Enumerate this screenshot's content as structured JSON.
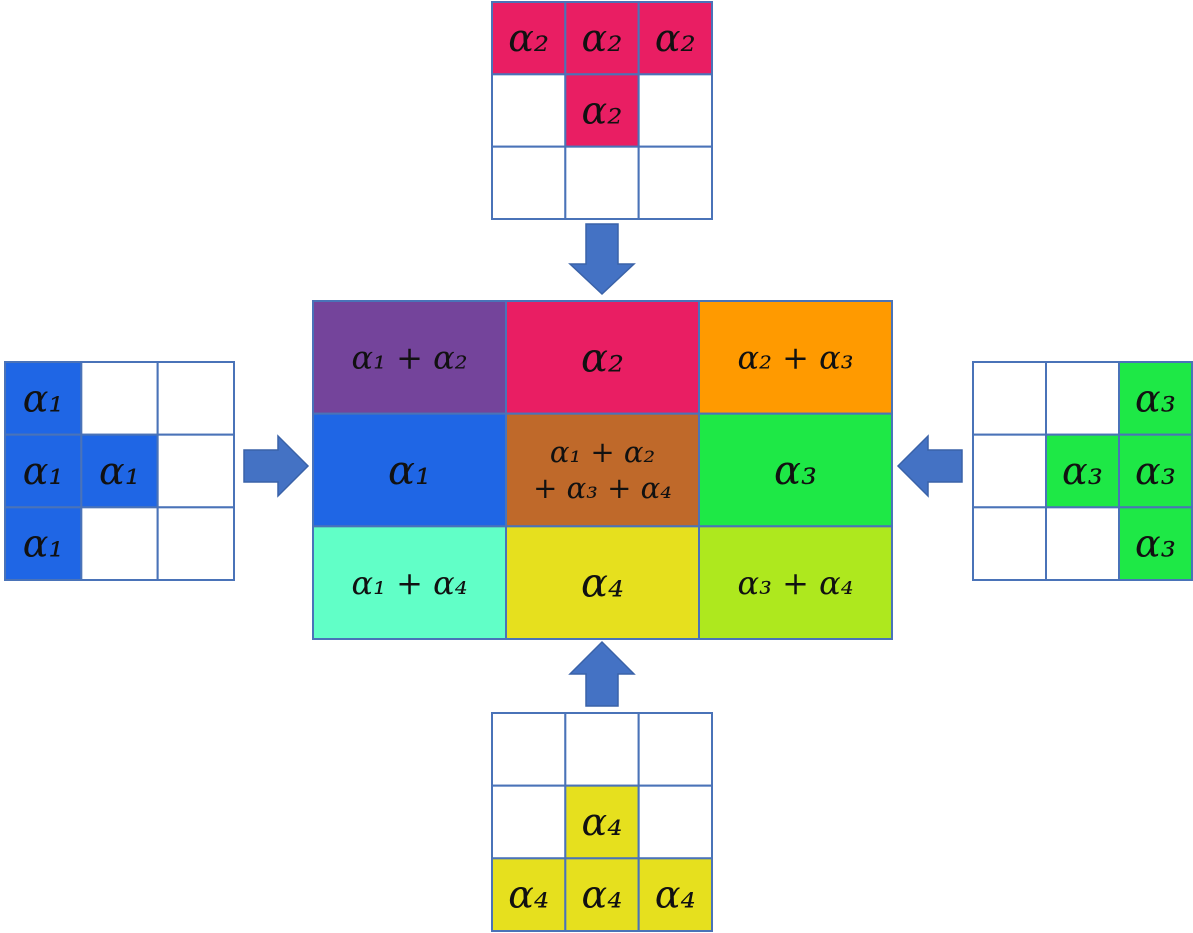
{
  "colors": {
    "grid_border": "#4a73b8",
    "arrow": "#4472c4",
    "alpha1": "#1f66e5",
    "alpha2": "#e91e63",
    "alpha3": "#1ee846",
    "alpha4": "#e6e01e",
    "alpha12": "#74449b",
    "alpha23": "#ff9a00",
    "alpha14": "#61ffc7",
    "alpha34": "#aee81e",
    "alpha1234": "#bf692a"
  },
  "kernels": {
    "top": {
      "cells": [
        [
          "α₂",
          "α₂",
          "α₂"
        ],
        [
          "",
          "α₂",
          ""
        ],
        [
          "",
          "",
          ""
        ]
      ],
      "color_key": "alpha2"
    },
    "left": {
      "cells": [
        [
          "α₁",
          "",
          ""
        ],
        [
          "α₁",
          "α₁",
          ""
        ],
        [
          "α₁",
          "",
          ""
        ]
      ],
      "color_key": "alpha1"
    },
    "right": {
      "cells": [
        [
          "",
          "",
          "α₃"
        ],
        [
          "",
          "α₃",
          "α₃"
        ],
        [
          "",
          "",
          "α₃"
        ]
      ],
      "color_key": "alpha3"
    },
    "bottom": {
      "cells": [
        [
          "",
          "",
          ""
        ],
        [
          "",
          "α₄",
          ""
        ],
        [
          "α₄",
          "α₄",
          "α₄"
        ]
      ],
      "color_key": "alpha4"
    }
  },
  "center": {
    "cells": [
      [
        {
          "lines": [
            "α₁ + α₂"
          ],
          "color_key": "alpha12"
        },
        {
          "lines": [
            "α₂"
          ],
          "color_key": "alpha2"
        },
        {
          "lines": [
            "α₂ + α₃"
          ],
          "color_key": "alpha23"
        }
      ],
      [
        {
          "lines": [
            "α₁"
          ],
          "color_key": "alpha1"
        },
        {
          "lines": [
            "α₁ + α₂",
            "+ α₃ + α₄"
          ],
          "color_key": "alpha1234"
        },
        {
          "lines": [
            "α₃"
          ],
          "color_key": "alpha3"
        }
      ],
      [
        {
          "lines": [
            "α₁ + α₄"
          ],
          "color_key": "alpha14"
        },
        {
          "lines": [
            "α₄"
          ],
          "color_key": "alpha4"
        },
        {
          "lines": [
            "α₃ + α₄"
          ],
          "color_key": "alpha34"
        }
      ]
    ]
  },
  "arrows": [
    {
      "direction": "down",
      "icon": "arrow-down-icon"
    },
    {
      "direction": "right",
      "icon": "arrow-right-icon"
    },
    {
      "direction": "left",
      "icon": "arrow-left-icon"
    },
    {
      "direction": "up",
      "icon": "arrow-up-icon"
    }
  ]
}
